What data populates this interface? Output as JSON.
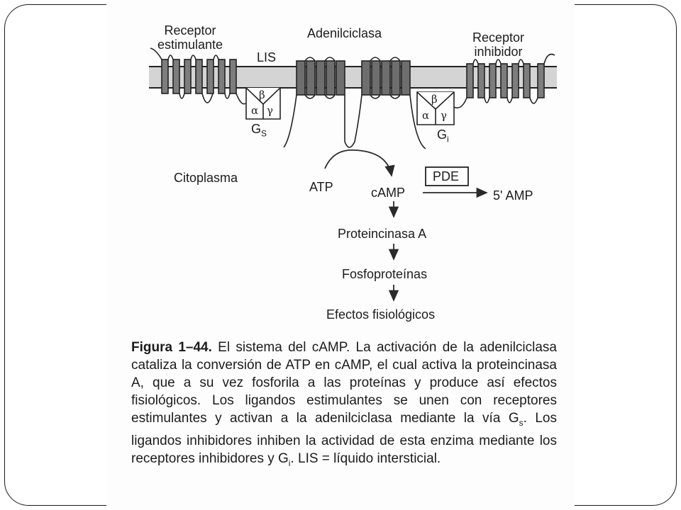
{
  "diagram": {
    "labels": {
      "receptor_estimulante": "Receptor\nestimulante",
      "adenilciclasa": "Adenilciclasa",
      "receptor_inhibidor": "Receptor\ninhibidor",
      "lis": "LIS",
      "citoplasma": "Citoplasma",
      "atp": "ATP",
      "camp": "cAMP",
      "pde": "PDE",
      "amp": "5' AMP",
      "proteincinasa": "Proteincinasa A",
      "fosfoproteinas": "Fosfoproteínas",
      "efectos": "Efectos fisiológicos"
    },
    "gs": {
      "alpha": "α",
      "beta": "β",
      "gamma": "γ",
      "name": "G",
      "sub": "S"
    },
    "gi": {
      "alpha": "α",
      "beta": "β",
      "gamma": "γ",
      "name": "G",
      "sub": "i"
    }
  },
  "caption": {
    "title": "Figura 1–44.",
    "text": " El sistema del cAMP. La activación de la adenilciclasa cataliza la conversión de ATP en cAMP, el cual activa la proteincinasa A, que a su vez fosforila a las proteínas y produce así efectos fisiológicos. Los ligandos estimulantes se unen con receptores estimulantes y activan a la adenilciclasa mediante la vía G",
    "sub_s": "s",
    "text2": ". Los ligandos inhibidores inhiben la actividad de esta enzima mediante los receptores inhibidores y G",
    "sub_i": "i",
    "text3": ". LIS = líquido intersticial."
  }
}
